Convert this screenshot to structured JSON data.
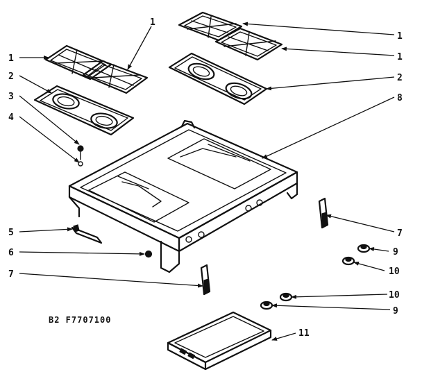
{
  "diagram": {
    "reference_code": "B2 F7707100",
    "callouts": [
      {
        "id": "c1a",
        "label": "1"
      },
      {
        "id": "c1b",
        "label": "1"
      },
      {
        "id": "c1c",
        "label": "1"
      },
      {
        "id": "c1d",
        "label": "1"
      },
      {
        "id": "c2a",
        "label": "2"
      },
      {
        "id": "c2b",
        "label": "2"
      },
      {
        "id": "c3",
        "label": "3"
      },
      {
        "id": "c4",
        "label": "4"
      },
      {
        "id": "c5",
        "label": "5"
      },
      {
        "id": "c6",
        "label": "6"
      },
      {
        "id": "c7a",
        "label": "7"
      },
      {
        "id": "c7b",
        "label": "7"
      },
      {
        "id": "c8",
        "label": "8"
      },
      {
        "id": "c9a",
        "label": "9"
      },
      {
        "id": "c9b",
        "label": "9"
      },
      {
        "id": "c10a",
        "label": "10"
      },
      {
        "id": "c10b",
        "label": "10"
      },
      {
        "id": "c11",
        "label": "11"
      }
    ]
  }
}
